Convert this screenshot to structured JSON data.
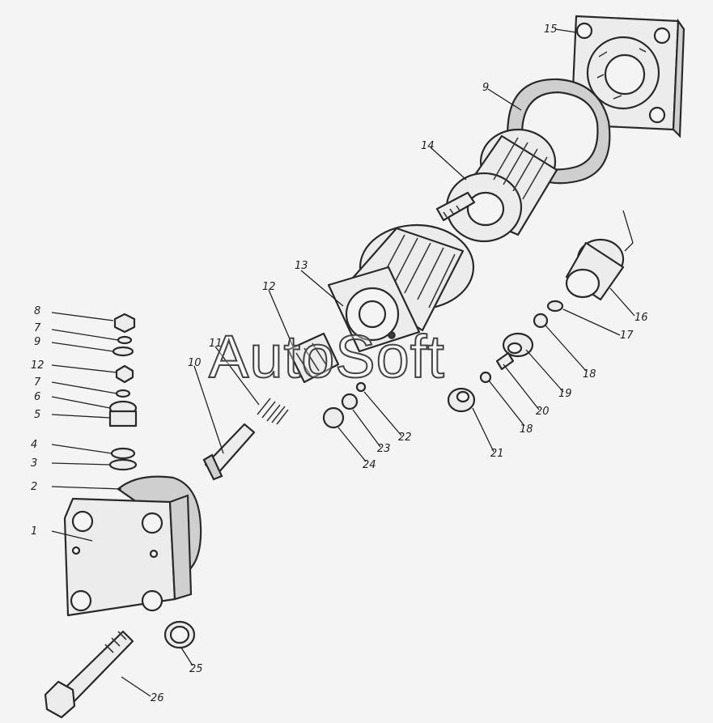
{
  "watermark": "AutoSoft",
  "callouts": [
    "1",
    "2",
    "3",
    "4",
    "5",
    "6",
    "7",
    "7",
    "8",
    "9",
    "10",
    "11",
    "12",
    "12",
    "13",
    "14",
    "15",
    "16",
    "17",
    "18",
    "18",
    "19",
    "20",
    "21",
    "22",
    "23",
    "24",
    "25",
    "26"
  ],
  "colors": {
    "ink": "#2a2a2a",
    "paper": "#f4f4f4",
    "shade": "#cfcfcf"
  }
}
